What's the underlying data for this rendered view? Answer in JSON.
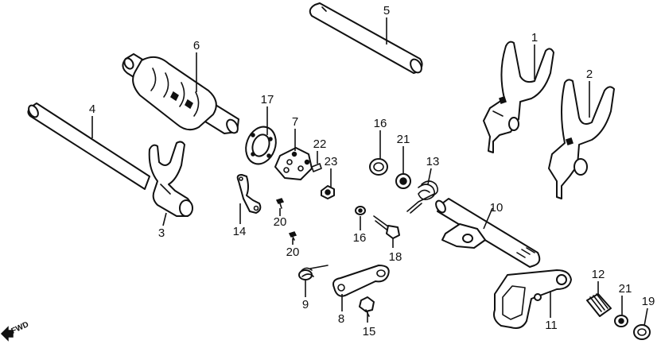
{
  "diagram": {
    "forward_label": "FWD",
    "callouts": [
      {
        "id": "c1",
        "label": "1"
      },
      {
        "id": "c2",
        "label": "2"
      },
      {
        "id": "c3",
        "label": "3"
      },
      {
        "id": "c4",
        "label": "4"
      },
      {
        "id": "c5",
        "label": "5"
      },
      {
        "id": "c6",
        "label": "6"
      },
      {
        "id": "c7",
        "label": "7"
      },
      {
        "id": "c8",
        "label": "8"
      },
      {
        "id": "c9",
        "label": "9"
      },
      {
        "id": "c10",
        "label": "10"
      },
      {
        "id": "c11",
        "label": "11"
      },
      {
        "id": "c12",
        "label": "12"
      },
      {
        "id": "c13",
        "label": "13"
      },
      {
        "id": "c14",
        "label": "14"
      },
      {
        "id": "c15",
        "label": "15"
      },
      {
        "id": "c16a",
        "label": "16"
      },
      {
        "id": "c16b",
        "label": "16"
      },
      {
        "id": "c17",
        "label": "17"
      },
      {
        "id": "c18",
        "label": "18"
      },
      {
        "id": "c19",
        "label": "19"
      },
      {
        "id": "c20a",
        "label": "20"
      },
      {
        "id": "c20b",
        "label": "20"
      },
      {
        "id": "c21a",
        "label": "21"
      },
      {
        "id": "c21b",
        "label": "21"
      },
      {
        "id": "c22",
        "label": "22"
      },
      {
        "id": "c23",
        "label": "23"
      }
    ]
  }
}
